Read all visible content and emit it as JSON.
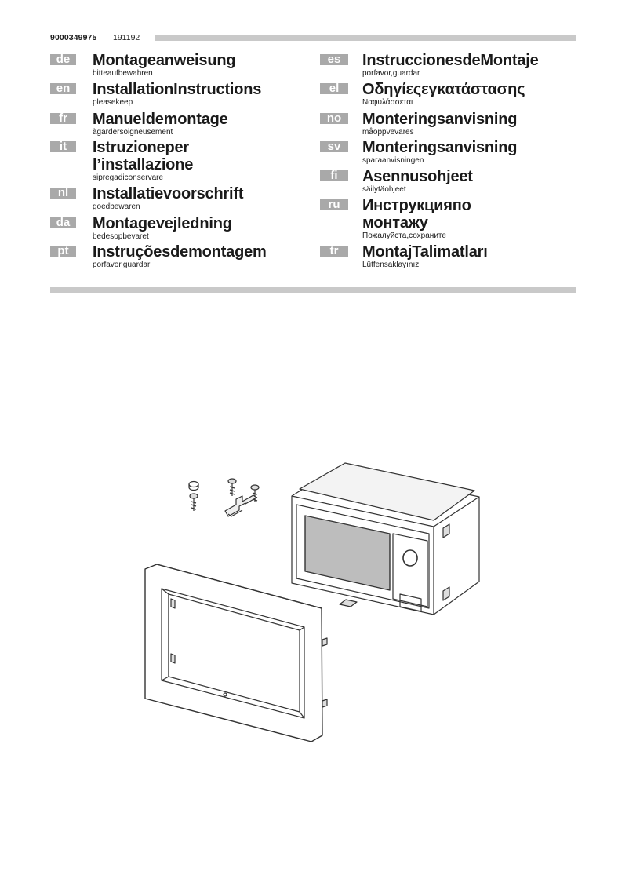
{
  "header": {
    "doc_number": "9000349975",
    "doc_date": "191192"
  },
  "languages_left": [
    {
      "code": "de",
      "title": "Montageanweisung",
      "subtitle": "bitteaufbewahren"
    },
    {
      "code": "en",
      "title": "InstallationInstructions",
      "subtitle": "pleasekeep"
    },
    {
      "code": "fr",
      "title": "Manueldemontage",
      "subtitle": "àgardersoigneusement"
    },
    {
      "code": "it",
      "title": "Istruzioneper l’installazione",
      "subtitle": "sipregadiconservare"
    },
    {
      "code": "nl",
      "title": "Installatievoorschrift",
      "subtitle": "goedbewaren"
    },
    {
      "code": "da",
      "title": "Montagevejledning",
      "subtitle": "bedesopbevaret"
    },
    {
      "code": "pt",
      "title": "Instruçõesdemontagem",
      "subtitle": "porfavor,guardar"
    }
  ],
  "languages_right": [
    {
      "code": "es",
      "title": "InstruccionesdeMontaje",
      "subtitle": "porfavor,guardar"
    },
    {
      "code": "el",
      "title": "Οδηγίεςεγκατάστασης",
      "subtitle": "Ναφυλάσσεται"
    },
    {
      "code": "no",
      "title": "Monteringsanvisning",
      "subtitle": "måoppvevares"
    },
    {
      "code": "sv",
      "title": "Monteringsanvisning",
      "subtitle": "sparaanvisningen"
    },
    {
      "code": "fi",
      "title": "Asennusohjeet",
      "subtitle": "säilytäohjeet"
    },
    {
      "code": "ru",
      "title": "Инструкцияпо монтажу",
      "subtitle": "Пожалуйста,сохраните"
    },
    {
      "code": "tr",
      "title": "MontajTalimatları",
      "subtitle": "Lütfensaklayınız"
    }
  ],
  "colors": {
    "badge": "#a9a9a9",
    "bar": "#c9c9c9",
    "text": "#1a1a1a"
  },
  "illustration": {
    "description_icon": "microwave-installation-drawing"
  }
}
